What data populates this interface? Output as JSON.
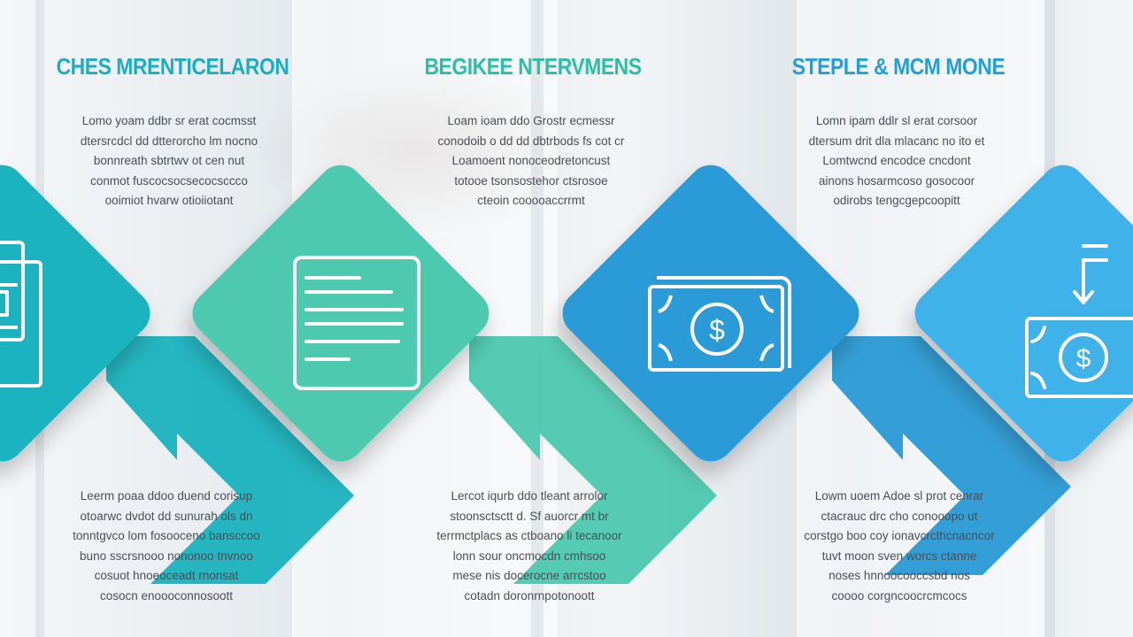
{
  "colors": {
    "teal": "#1bb3bf",
    "mint": "#4dc9b0",
    "blue": "#2a9bd6",
    "sky": "#3fb2ea",
    "heading_teal": "#1aaec0",
    "heading_mint": "#2bbfa6",
    "heading_blue": "#229ed8",
    "text": "#4a4f55"
  },
  "steps": [
    {
      "heading": "CHES MRENTICELARON",
      "top_text": [
        "Lomo yoam ddbr sr erat cocmsst",
        "dtersrcdcl dd dtterorcho lm nocno",
        "bonnreath sbtrtwv ot cen nut",
        "conmot  fuscocsocsecocsccco",
        "ooimiot hvarw otioiiotant"
      ],
      "bottom_text": [
        "Leerm poaa ddoo duend corisup",
        "otoarwc dvdot dd sunurah ols dn",
        "tonntgvco lom fosooceno bansccoo",
        "buno sscrsnooo nononoo tnvnoo",
        "cosuot  hnoeoceadt rnonsat",
        "cosocn   enoooconnosoott"
      ],
      "icon": "document-card-icon"
    },
    {
      "heading": "BEGIKEE NTERVMENS",
      "top_text": [
        "Loam ioam ddo Grostr ecmessr",
        "conodoib o dd dd dbtrbods fs cot cr",
        "Loamoent nonoceodretoncust",
        "totooe tsonsostehor ctsrosoe",
        "cteoin cooooaccrrmt"
      ],
      "bottom_text": [
        "Lercot iqurb ddo tleant arrolor",
        "stoonsctsctt d. Sf auorcr mt br",
        "terrmctplacs as ctboano li tecanoor",
        "lonn sour oncmocdn cmhsoo",
        "mese  nis docerocne arrcstoo",
        "cotadn doronrnpotonoott"
      ],
      "icon": "document-list-icon"
    },
    {
      "heading": "STEPLE & MCM MONE",
      "top_text": [
        "Lomn ipam ddlr sl erat corsoor",
        "dtersum drit dla mlacanc no ito et",
        "Lomtwcnd encodce cncdont",
        "ainons  hosarmcoso gosocoor",
        "odirobs tengcgepcoopitt"
      ],
      "bottom_text": [
        "Lowm uoem Adoe sl prot cenrar",
        "ctacrauc drc cho conooopo ut",
        "corstgo boo coy ionavcrcthcnacncor",
        "tuvt moon sven worcs ctanne",
        "noses  hnnoocooccsbd nos",
        "coooo  corgncoocrcmcocs"
      ],
      "icon": "money-bill-icon"
    },
    {
      "icon": "money-transfer-icon"
    }
  ]
}
